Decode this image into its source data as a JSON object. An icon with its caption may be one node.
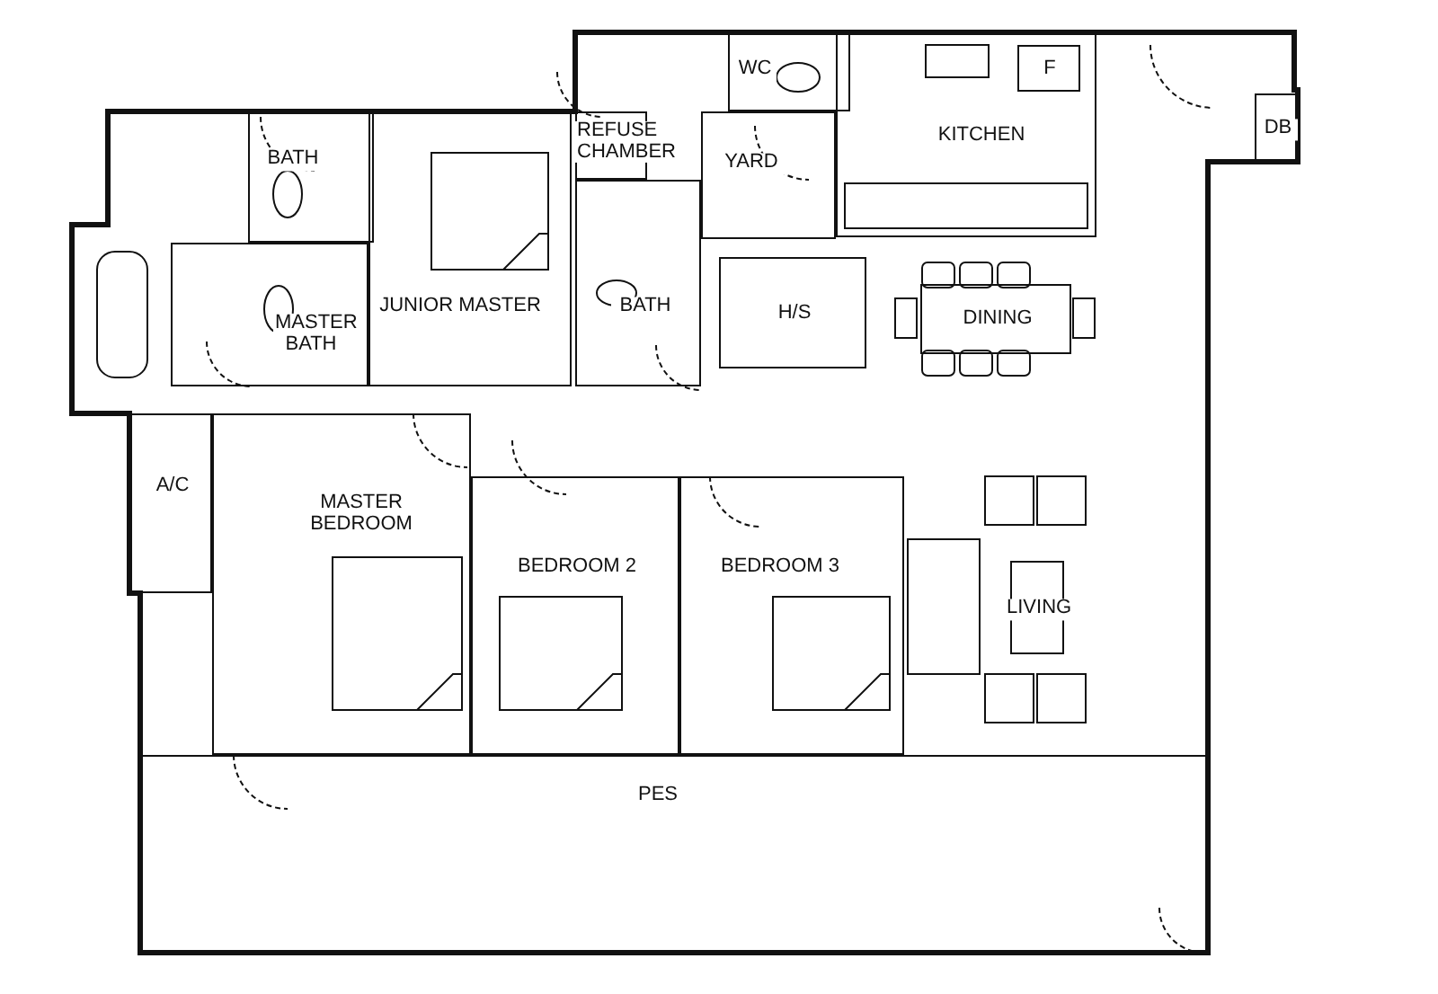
{
  "diagram": {
    "nodes": [
      {
        "text": [
          "BATH"
        ]
      },
      {
        "text": [
          "MASTER BATH"
        ]
      },
      {
        "text": [
          "JUNIOR MASTER"
        ]
      },
      {
        "text": [
          "REFUSE CHAMBER"
        ]
      },
      {
        "text": [
          "BATH"
        ]
      },
      {
        "text": [
          "WC"
        ]
      },
      {
        "text": [
          "YARD"
        ]
      },
      {
        "text": [
          "KITCHEN"
        ]
      },
      {
        "text": [
          "F"
        ],
        "in": 7
      },
      {
        "text": [
          "DB"
        ]
      },
      {
        "text": [
          "H/S"
        ]
      },
      {
        "text": [
          "DINING"
        ]
      },
      {
        "text": [
          "A/C"
        ]
      },
      {
        "text": [
          "MASTER BEDROOM"
        ]
      },
      {
        "text": [
          "BEDROOM 2"
        ]
      },
      {
        "text": [
          "BEDROOM 3"
        ]
      },
      {
        "text": [
          "LIVING"
        ]
      },
      {
        "text": [
          "PES"
        ]
      }
    ]
  }
}
